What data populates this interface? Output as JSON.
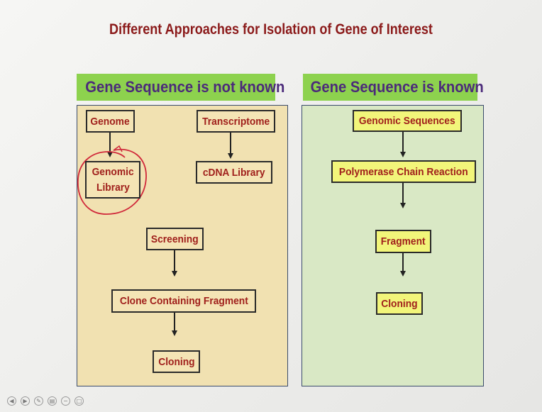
{
  "title": "Different Approaches for Isolation of Gene of Interest",
  "left": {
    "header": "Gene Sequence is not known",
    "nodes": {
      "genome": "Genome",
      "transcriptome": "Transcriptome",
      "genomic_library_line1": "Genomic",
      "genomic_library_line2": "Library",
      "cdna_library": "cDNA Library",
      "screening": "Screening",
      "clone_containing_fragment": "Clone Containing Fragment",
      "cloning": "Cloning"
    }
  },
  "right": {
    "header": "Gene Sequence is known",
    "nodes": {
      "genomic_sequences": "Genomic Sequences",
      "pcr": "Polymerase Chain Reaction",
      "fragment": "Fragment",
      "cloning": "Cloning"
    }
  },
  "colors": {
    "title": "#8b1a1a",
    "header_bg": "#8dd24e",
    "header_text": "#4b2a7a",
    "left_panel_bg": "#f1e1b1",
    "right_panel_bg": "#d9e8c5",
    "right_node_bg": "#f2f57a",
    "node_text": "#a0201c",
    "annotation_circle": "#d0283a"
  },
  "navigation_icons": [
    "prev-icon",
    "next-icon",
    "pen-icon",
    "edit-icon",
    "minus-icon",
    "fullscreen-icon"
  ]
}
